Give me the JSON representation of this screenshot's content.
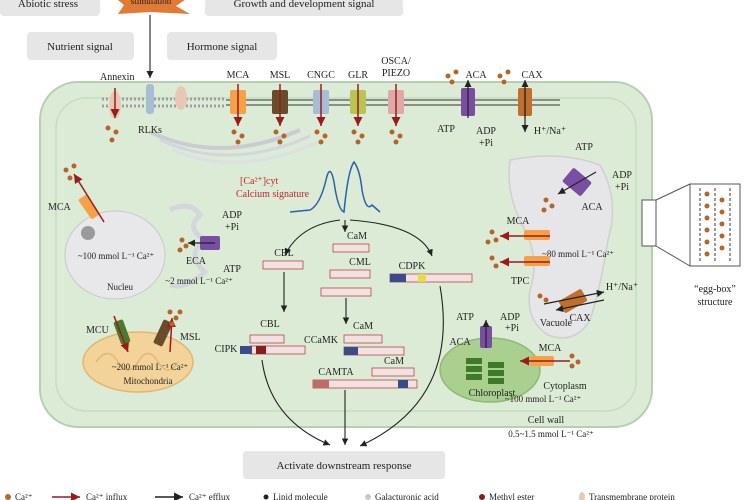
{
  "signals": {
    "abiotic": "Abiotic stress",
    "stimulation": "stimulation",
    "growth": "Growth and development signal",
    "nutrient": "Nutrient signal",
    "hormone": "Hormone signal"
  },
  "membrane": {
    "annexin": "Annexin",
    "rlks": "RLKs",
    "channels": [
      "MCA",
      "MSL",
      "CNGC",
      "GLR"
    ],
    "osca_line1": "OSCA/",
    "osca_line2": "PIEZO",
    "aca": "ACA",
    "cax": "CAX",
    "atp": "ATP",
    "adp": "ADP",
    "pi": "+Pi",
    "h_na": "H⁺/Na⁺"
  },
  "cytosol": {
    "cacyt": "[Ca²⁺]cyt",
    "signature": "Calcium signature",
    "cbl": "CBL",
    "cam": "CaM",
    "cml": "CML",
    "cdpk": "CDPK",
    "cipk": "CIPK",
    "ccamk": "CCaMK",
    "camta": "CAMTA"
  },
  "nucleus": {
    "mca": "MCA",
    "eca": "ECA",
    "adp": "ADP",
    "pi": "+Pi",
    "atp": "ATP",
    "conc": "~100 mmol L⁻¹ Ca²⁺",
    "label": "Nucleu",
    "er_conc": "~2 mmol L⁻¹ Ca²⁺"
  },
  "mito": {
    "mcu": "MCU",
    "msl": "MSL",
    "conc": "~200 mmol L⁻¹ Ca²⁺",
    "label": "Mitochondria"
  },
  "vacuole": {
    "atp": "ATP",
    "adp": "ADP",
    "pi": "+Pi",
    "aca": "ACA",
    "mca": "MCA",
    "conc": "~80 mmol L⁻¹ Ca²⁺",
    "tpc": "TPC",
    "h_na": "H⁺/Na⁺",
    "label": "Vacuole",
    "cax": "CAX"
  },
  "chloro": {
    "atp": "ATP",
    "adp": "ADP",
    "pi": "+Pi",
    "aca": "ACA",
    "mca": "MCA",
    "label": "Chloroplast",
    "cytoplasm": "Cytoplasm",
    "conc": "~100 mmol L⁻¹ Ca²⁺"
  },
  "wall": {
    "label": "Cell wall",
    "conc": "0.5~1.5 mmol L⁻¹ Ca²⁺"
  },
  "egg_box": {
    "line1": "“egg-box”",
    "line2": "structure"
  },
  "response": "Activate downstream response",
  "legend": [
    "Ca²⁺",
    "Ca²⁺ influx",
    "Ca²⁺ efflux",
    "Lipid molecule",
    "Galacturonic acid",
    "Methyl ester",
    "Transmembrane protein"
  ],
  "colors": {
    "cell_fill": "#dcebd6",
    "cell_stroke": "#b7cfb0",
    "calcium": "#b5652b",
    "influx": "#9b1b1b",
    "label_box": "#e6e6e6"
  }
}
